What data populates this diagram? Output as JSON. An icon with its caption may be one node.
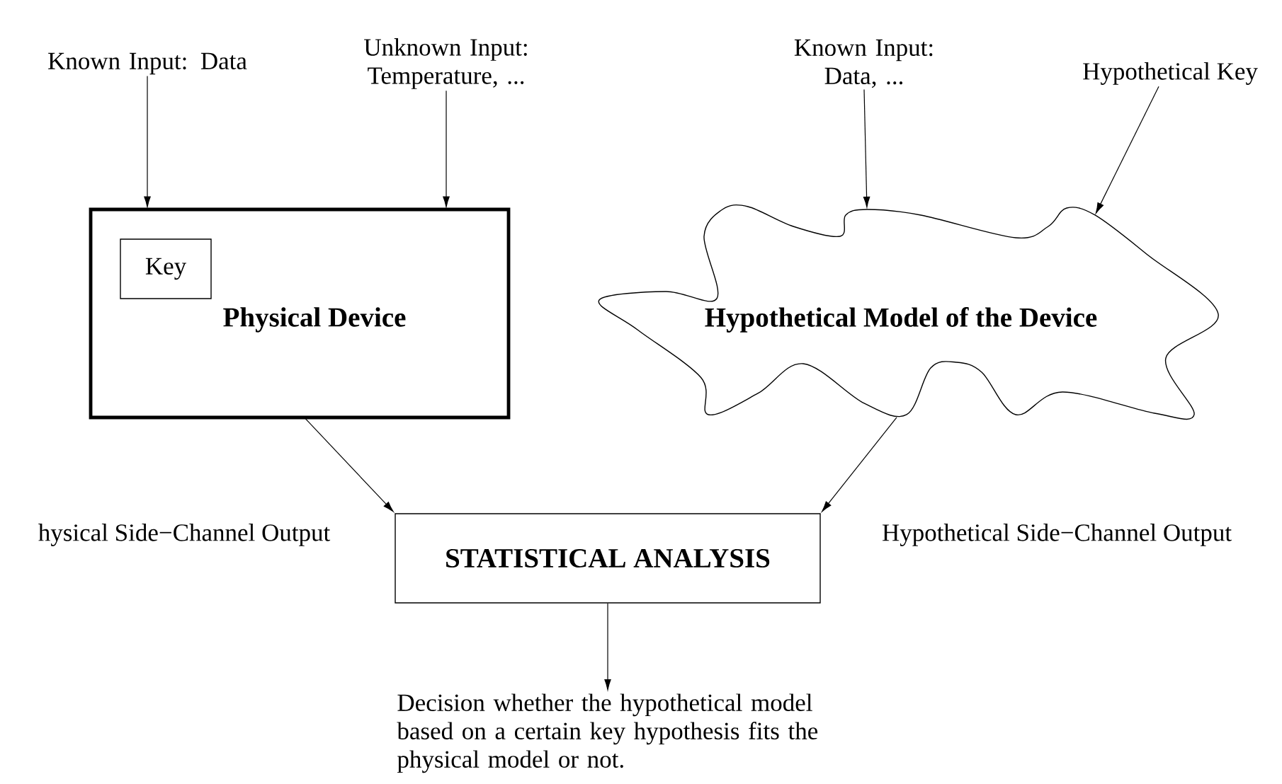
{
  "diagram": {
    "nodes": [
      {
        "text": [
          "Known Input: Data"
        ]
      },
      {
        "text": [
          "Unknown Input: Temperature, ..."
        ]
      },
      {
        "text": [
          "Physical Device"
        ]
      },
      {
        "text": [
          "Key"
        ],
        "in": 2
      },
      {
        "text": [
          "Known Input: Data, ..."
        ]
      },
      {
        "text": [
          "Hypothetical Key"
        ]
      },
      {
        "text": [
          "Hypothetical Model of the Device"
        ]
      },
      {
        "text": [
          "STATISTICAL ANALYSIS"
        ]
      },
      {
        "text": [
          "Decision whether the hypothetical model based on a certain key hypothesis fits the physical model or not."
        ]
      }
    ],
    "edges": [
      {
        "from": 0,
        "to": 2,
        "arrow": "to"
      },
      {
        "from": 1,
        "to": 2,
        "arrow": "to"
      },
      {
        "from": 4,
        "to": 6,
        "arrow": "to"
      },
      {
        "from": 5,
        "to": 6,
        "arrow": "to"
      },
      {
        "from": 2,
        "to": 7,
        "arrow": "to",
        "label": "hysical Side−Channel Output"
      },
      {
        "from": 6,
        "to": 7,
        "arrow": "to",
        "label": "Hypothetical Side−Channel Output"
      },
      {
        "from": 7,
        "to": 8,
        "arrow": "to"
      }
    ]
  }
}
